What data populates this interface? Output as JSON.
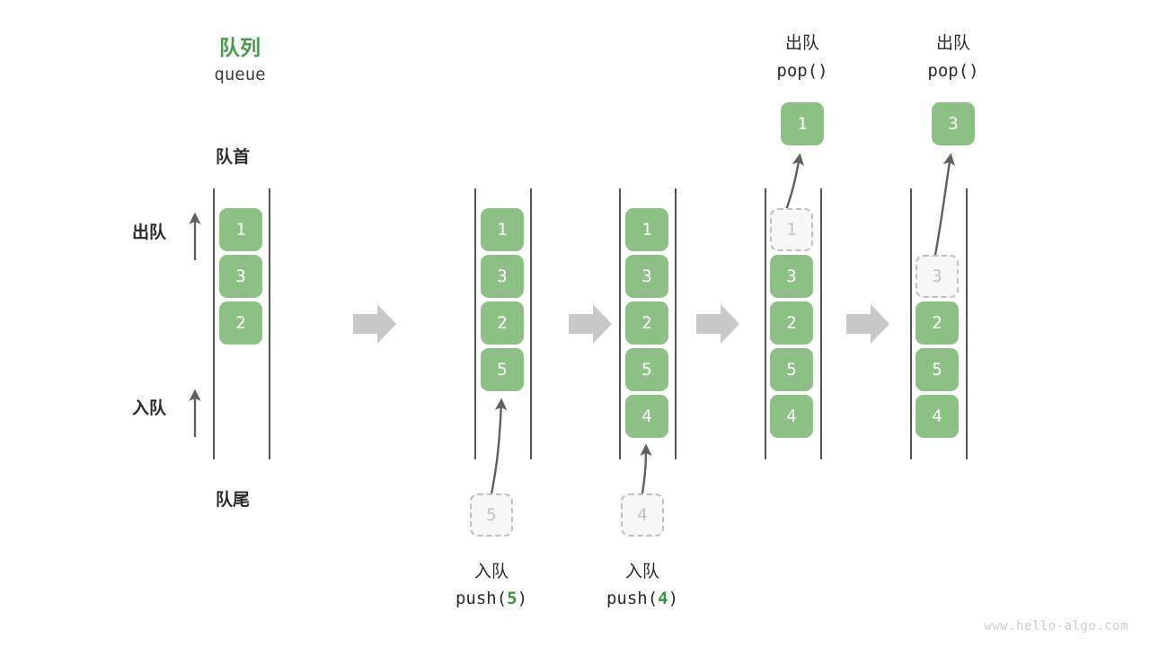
{
  "diagram": {
    "title_cn": "队列",
    "title_en": "queue",
    "front_label": "队首",
    "rear_label": "队尾",
    "dequeue_label": "出队",
    "enqueue_label": "入队",
    "watermark": "www.hello-algo.com",
    "colors": {
      "cell_green": "#8cc084",
      "title_green": "#4a9a4a",
      "code_accent_green": "#3f9142",
      "rail_gray": "#555555",
      "ghost_border": "#bfbfbf",
      "ghost_text": "#c2c2c2",
      "flow_arrow_gray": "#c8c8c8",
      "text_dark": "#2b2b2b"
    }
  },
  "chart_data": {
    "type": "diagram",
    "title": "队列 queue",
    "description": "Queue FIFO operations: push(5), push(4), pop(), pop()",
    "panels": [
      {
        "id": "initial",
        "caption_cn": "",
        "caption_code": "",
        "cells": [
          "1",
          "3",
          "2"
        ],
        "ghost_index": null,
        "pending_cell": null,
        "popped_cell": null
      },
      {
        "id": "push5",
        "caption_cn": "入队",
        "caption_code_prefix": "push(",
        "caption_code_num": "5",
        "caption_code_suffix": ")",
        "cells": [
          "1",
          "3",
          "2",
          "5"
        ],
        "ghost_index": null,
        "pending_cell": "5",
        "popped_cell": null
      },
      {
        "id": "push4",
        "caption_cn": "入队",
        "caption_code_prefix": "push(",
        "caption_code_num": "4",
        "caption_code_suffix": ")",
        "cells": [
          "1",
          "3",
          "2",
          "5",
          "4"
        ],
        "ghost_index": null,
        "pending_cell": "4",
        "popped_cell": null
      },
      {
        "id": "pop1",
        "header_cn": "出队",
        "header_code": "pop()",
        "cells": [
          "1",
          "3",
          "2",
          "5",
          "4"
        ],
        "ghost_index": 0,
        "pending_cell": null,
        "popped_cell": "1"
      },
      {
        "id": "pop3",
        "header_cn": "出队",
        "header_code": "pop()",
        "cells": [
          "3",
          "2",
          "5",
          "4"
        ],
        "ghost_index": 0,
        "pending_cell": null,
        "popped_cell": "3"
      }
    ]
  }
}
